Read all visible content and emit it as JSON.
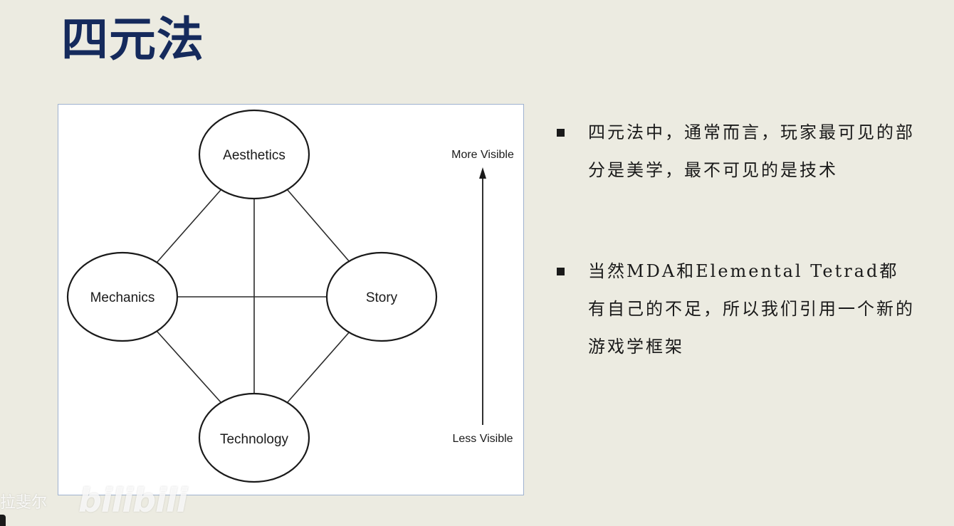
{
  "slide": {
    "title": "四元法"
  },
  "diagram": {
    "nodes": {
      "aesthetics": "Aesthetics",
      "mechanics": "Mechanics",
      "story": "Story",
      "technology": "Technology"
    },
    "axis": {
      "top_label": "More Visible",
      "bottom_label": "Less Visible"
    }
  },
  "bullets": [
    {
      "text": "四元法中，通常而言，玩家最可见的部分是美学，最不可见的是技术"
    },
    {
      "text": "当然MDA和Elemental Tetrad都有自己的不足，所以我们引用一个新的游戏学框架"
    }
  ],
  "watermark": {
    "author": "拉斐尔",
    "logo": "bilibili"
  }
}
